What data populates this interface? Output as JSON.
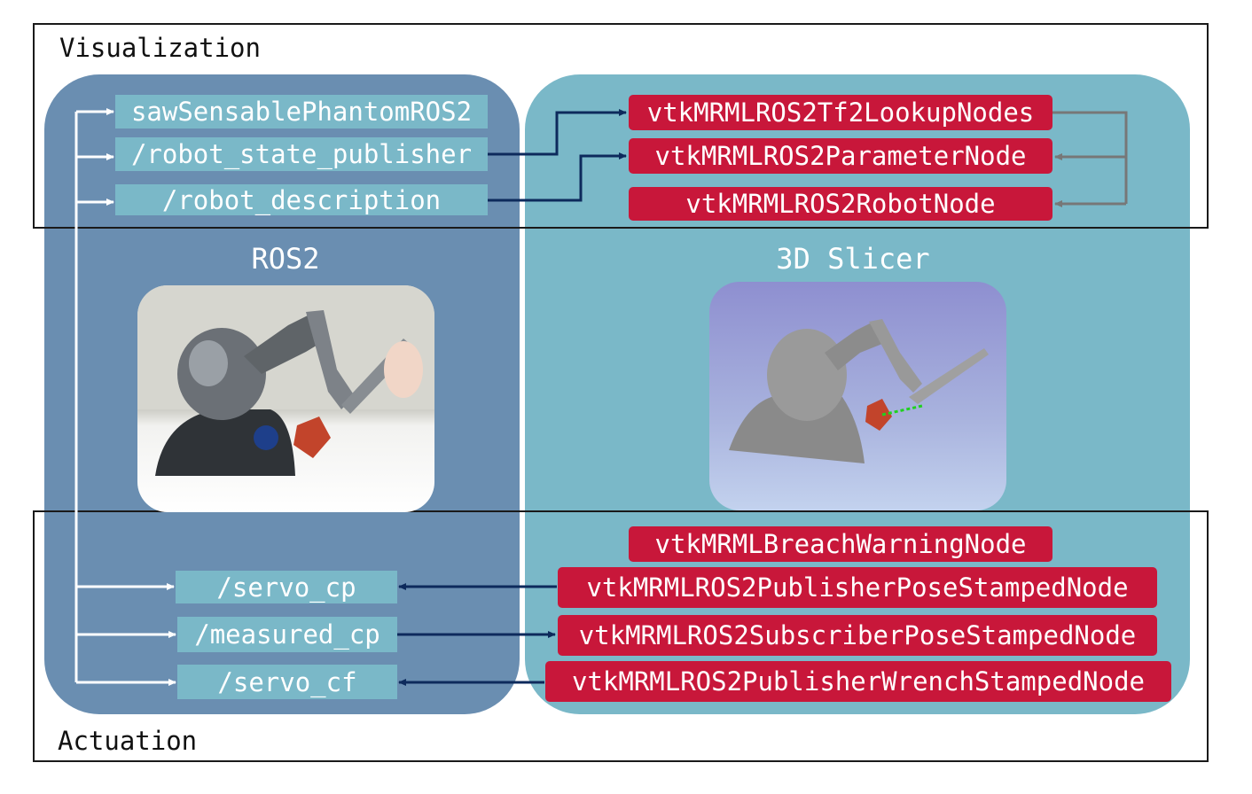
{
  "sections": {
    "top": "Visualization",
    "bottom": "Actuation"
  },
  "panels": {
    "left_title": "ROS2",
    "right_title": "3D Slicer"
  },
  "ros_topics_top": [
    "sawSensablePhantomROS2",
    "/robot_state_publisher",
    "/robot_description"
  ],
  "slicer_nodes_top": [
    "vtkMRMLROS2Tf2LookupNodes",
    "vtkMRMLROS2ParameterNode",
    "vtkMRMLROS2RobotNode"
  ],
  "ros_topics_bottom": [
    "/servo_cp",
    "/measured_cp",
    "/servo_cf"
  ],
  "slicer_nodes_bottom": [
    "vtkMRMLBreachWarningNode",
    "vtkMRMLROS2PublisherPoseStampedNode",
    "vtkMRMLROS2SubscriberPoseStampedNode",
    "vtkMRMLROS2PublisherWrenchStampedNode"
  ],
  "colors": {
    "ros_panel": "#6a8eb1",
    "slicer_panel": "#7ab8c8",
    "topic_box": "#7ab8c8",
    "node_box": "#c8173a",
    "arrow_dark": "#0d2a5c",
    "arrow_gray": "#777777",
    "arrow_white": "#ffffff"
  },
  "images": {
    "left": "photo of physical haptic robot arm with stylus held by hand",
    "right": "3D rendered robot model in 3D Slicer"
  }
}
